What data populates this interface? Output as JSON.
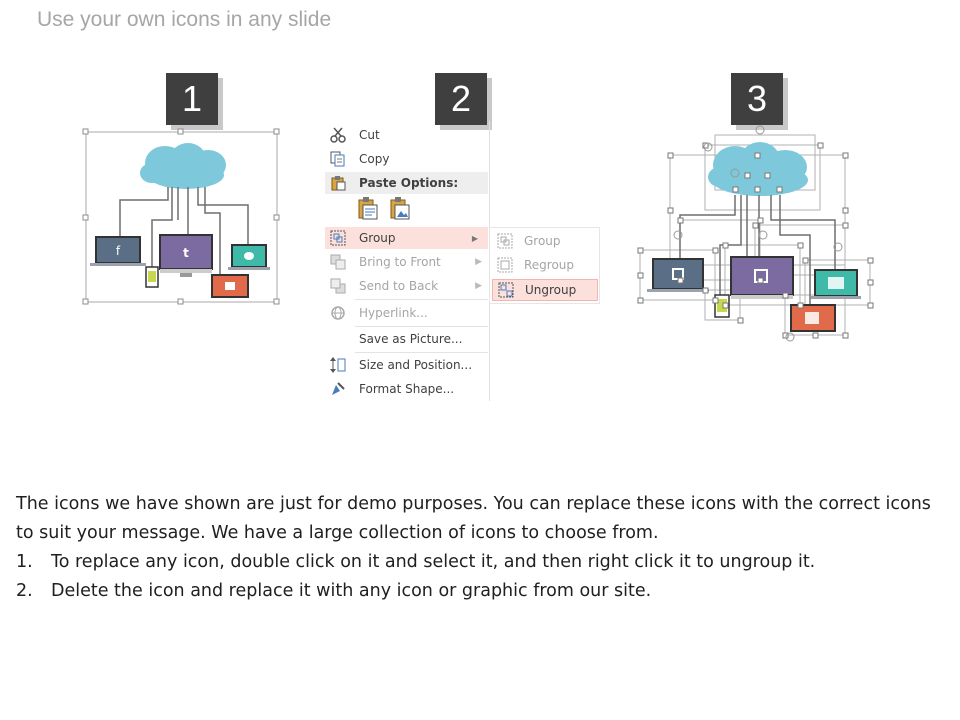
{
  "slide": {
    "title": "Use your own icons in any slide",
    "steps": [
      "1",
      "2",
      "3"
    ]
  },
  "context_menu": {
    "items": [
      {
        "label": "Cut",
        "icon": "scissors-icon",
        "state": "enabled"
      },
      {
        "label": "Copy",
        "icon": "copy-icon",
        "state": "enabled"
      },
      {
        "label": "Paste Options:",
        "icon": "paste-icon",
        "state": "header"
      },
      {
        "label": "Group",
        "icon": "group-icon",
        "state": "highlight"
      },
      {
        "label": "Bring to Front",
        "icon": "bring-front-icon",
        "state": "disabled"
      },
      {
        "label": "Send to Back",
        "icon": "send-back-icon",
        "state": "disabled"
      },
      {
        "label": "Hyperlink...",
        "icon": "hyperlink-icon",
        "state": "disabled"
      },
      {
        "label": "Save as Picture...",
        "icon": "",
        "state": "enabled"
      },
      {
        "label": "Size and Position...",
        "icon": "size-position-icon",
        "state": "enabled"
      },
      {
        "label": "Format Shape...",
        "icon": "format-shape-icon",
        "state": "enabled"
      }
    ],
    "submenu": [
      {
        "label": "Group",
        "state": "disabled"
      },
      {
        "label": "Regroup",
        "state": "disabled"
      },
      {
        "label": "Ungroup",
        "state": "highlight"
      }
    ]
  },
  "instructions": {
    "intro": "The icons we have shown are just for demo purposes. You can replace these icons with the correct icons to suit your message. We have a large collection of icons to choose from.",
    "steps": [
      {
        "num": "1.",
        "text": "To replace any icon, double click on it and select it, and then right click it to ungroup it."
      },
      {
        "num": "2.",
        "text": "Delete the icon and replace it with any icon or graphic from our site."
      }
    ]
  },
  "colors": {
    "cloud": "#7ec8dc",
    "laptop_left": "#5a6e86",
    "monitor_center": "#7b6ba0",
    "laptop_right": "#3fb9a8",
    "tablet": "#e06a4a",
    "phone": "#c8d84c",
    "badge": "#3f3f3f",
    "highlight": "#fbe0dc"
  },
  "icons": {
    "laptop_left_glyph": "f",
    "monitor_center_glyph": "t"
  }
}
